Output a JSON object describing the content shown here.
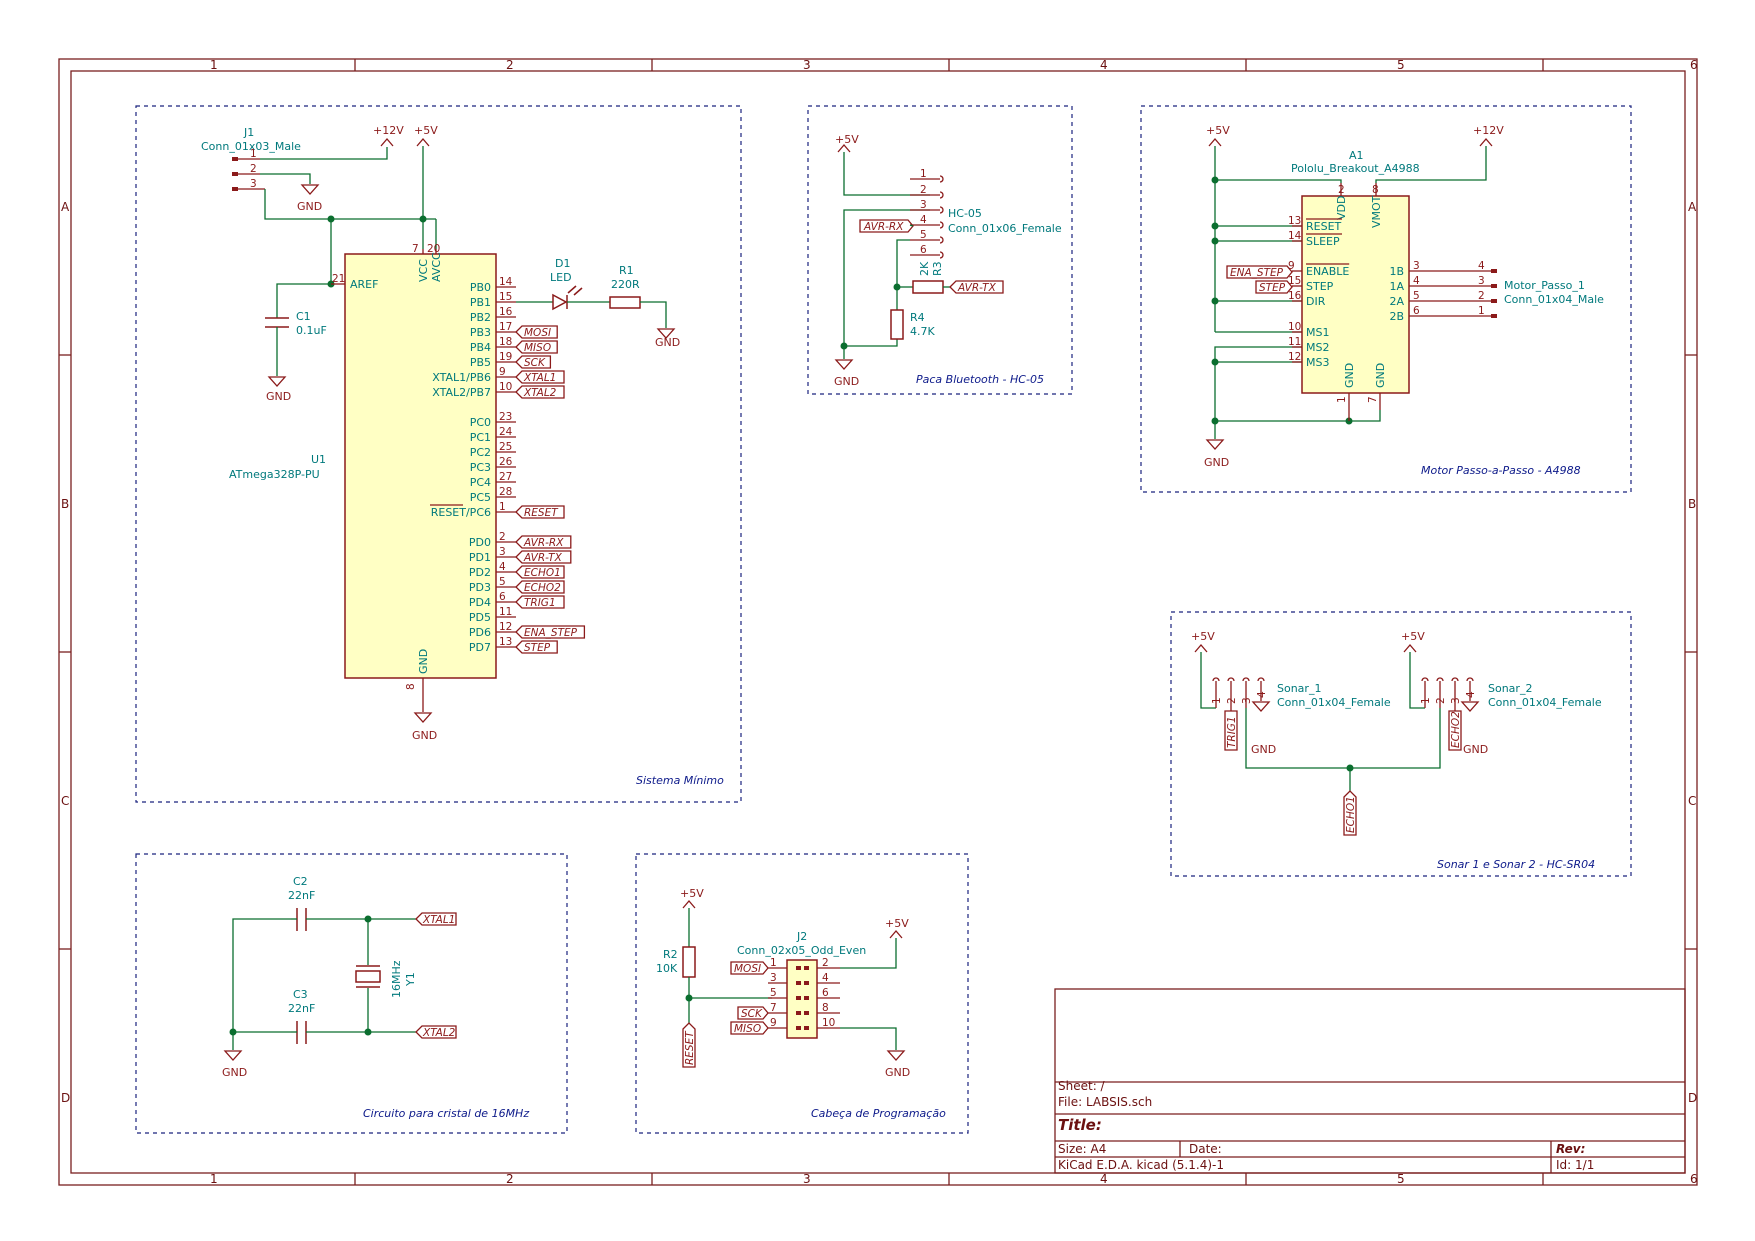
{
  "frame": {
    "columns": [
      "1",
      "2",
      "3",
      "4",
      "5",
      "6"
    ],
    "rows": [
      "A",
      "B",
      "C",
      "D"
    ]
  },
  "sections": {
    "minimal": "Sistema Mínimo",
    "bluetooth": "Paca Bluetooth - HC-05",
    "motor": "Motor Passo-a-Passo - A4988",
    "sonar": "Sonar 1 e Sonar 2 - HC-SR04",
    "crystal": "Circuito para cristal de 16MHz",
    "programming": "Cabeça de Programação"
  },
  "power": {
    "v12": "+12V",
    "v5": "+5V",
    "gnd": "GND"
  },
  "j1": {
    "ref": "J1",
    "value": "Conn_01x03_Male",
    "pins": [
      "1",
      "2",
      "3"
    ]
  },
  "u1": {
    "ref": "U1",
    "value": "ATmega328P-PU",
    "top_pins": [
      {
        "num": "7",
        "name": "VCC"
      },
      {
        "num": "20",
        "name": "AVCC"
      }
    ],
    "left_pin": {
      "num": "21",
      "name": "AREF"
    },
    "bottom_pin": {
      "num": "8",
      "name": "GND"
    },
    "right_pins": [
      {
        "num": "14",
        "name": "PB0",
        "label": ""
      },
      {
        "num": "15",
        "name": "PB1",
        "label": ""
      },
      {
        "num": "16",
        "name": "PB2",
        "label": ""
      },
      {
        "num": "17",
        "name": "PB3",
        "label": "MOSI"
      },
      {
        "num": "18",
        "name": "PB4",
        "label": "MISO"
      },
      {
        "num": "19",
        "name": "PB5",
        "label": "SCK"
      },
      {
        "num": "9",
        "name": "XTAL1/PB6",
        "label": "XTAL1"
      },
      {
        "num": "10",
        "name": "XTAL2/PB7",
        "label": "XTAL2"
      },
      {
        "num": "23",
        "name": "PC0",
        "label": ""
      },
      {
        "num": "24",
        "name": "PC1",
        "label": ""
      },
      {
        "num": "25",
        "name": "PC2",
        "label": ""
      },
      {
        "num": "26",
        "name": "PC3",
        "label": ""
      },
      {
        "num": "27",
        "name": "PC4",
        "label": ""
      },
      {
        "num": "28",
        "name": "PC5",
        "label": ""
      },
      {
        "num": "1",
        "name": "RESET/PC6",
        "label": "RESET"
      },
      {
        "num": "2",
        "name": "PD0",
        "label": "AVR-RX"
      },
      {
        "num": "3",
        "name": "PD1",
        "label": "AVR-TX"
      },
      {
        "num": "4",
        "name": "PD2",
        "label": "ECHO1"
      },
      {
        "num": "5",
        "name": "PD3",
        "label": "ECHO2"
      },
      {
        "num": "6",
        "name": "PD4",
        "label": "TRIG1"
      },
      {
        "num": "11",
        "name": "PD5",
        "label": ""
      },
      {
        "num": "12",
        "name": "PD6",
        "label": "ENA_STEP"
      },
      {
        "num": "13",
        "name": "PD7",
        "label": "STEP"
      }
    ]
  },
  "c1": {
    "ref": "C1",
    "value": "0.1uF"
  },
  "d1": {
    "ref": "D1",
    "value": "LED"
  },
  "r1": {
    "ref": "R1",
    "value": "220R"
  },
  "hc05": {
    "ref": "HC-05",
    "value": "Conn_01x06_Female",
    "pins": [
      "1",
      "2",
      "3",
      "4",
      "5",
      "6"
    ],
    "rx": "AVR-RX",
    "tx": "AVR-TX"
  },
  "r3": {
    "ref": "R3",
    "value": "2K"
  },
  "r4": {
    "ref": "R4",
    "value": "4.7K"
  },
  "a1": {
    "ref": "A1",
    "value": "Pololu_Breakout_A4988",
    "left_pins": [
      {
        "num": "13",
        "name": "RESET"
      },
      {
        "num": "14",
        "name": "SLEEP"
      },
      {
        "num": "9",
        "name": "ENABLE"
      },
      {
        "num": "15",
        "name": "STEP"
      },
      {
        "num": "16",
        "name": "DIR"
      },
      {
        "num": "10",
        "name": "MS1"
      },
      {
        "num": "11",
        "name": "MS2"
      },
      {
        "num": "12",
        "name": "MS3"
      }
    ],
    "right_pins": [
      {
        "num": "3",
        "name": "1B"
      },
      {
        "num": "4",
        "name": "1A"
      },
      {
        "num": "5",
        "name": "2A"
      },
      {
        "num": "6",
        "name": "2B"
      }
    ],
    "top_pins": [
      {
        "num": "2",
        "name": "VDD"
      },
      {
        "num": "8",
        "name": "VMOT"
      }
    ],
    "bottom_pins": [
      {
        "num": "1",
        "name": "GND"
      },
      {
        "num": "7",
        "name": "GND"
      }
    ],
    "ena_label": "ENA_STEP",
    "step_label": "STEP"
  },
  "motor_conn": {
    "ref": "Motor_Passo_1",
    "value": "Conn_01x04_Male",
    "pins": [
      "4",
      "3",
      "2",
      "1"
    ]
  },
  "sonar1": {
    "ref": "Sonar_1",
    "value": "Conn_01x04_Female",
    "pins": [
      "1",
      "2",
      "3",
      "4"
    ],
    "label": "TRIG1"
  },
  "sonar2": {
    "ref": "Sonar_2",
    "value": "Conn_01x04_Female",
    "pins": [
      "1",
      "2",
      "3",
      "4"
    ],
    "label": "ECHO2"
  },
  "echo1_label": "ECHO1",
  "c2": {
    "ref": "C2",
    "value": "22nF"
  },
  "c3": {
    "ref": "C3",
    "value": "22nF"
  },
  "y1": {
    "ref": "Y1",
    "value": "16MHz"
  },
  "xtal1": "XTAL1",
  "xtal2": "XTAL2",
  "r2": {
    "ref": "R2",
    "value": "10K"
  },
  "j2": {
    "ref": "J2",
    "value": "Conn_02x05_Odd_Even",
    "left_pins": [
      "1",
      "3",
      "5",
      "7",
      "9"
    ],
    "right_pins": [
      "2",
      "4",
      "6",
      "8",
      "10"
    ],
    "mosi": "MOSI",
    "sck": "SCK",
    "miso": "MISO",
    "reset": "RESET"
  },
  "title_block": {
    "sheet": "Sheet: /",
    "file": "File: LABSIS.sch",
    "title": "Title:",
    "size": "Size: A4",
    "date": "Date:",
    "rev": "Rev:",
    "tool": "KiCad E.D.A.  kicad (5.1.4)-1",
    "id": "Id: 1/1"
  }
}
